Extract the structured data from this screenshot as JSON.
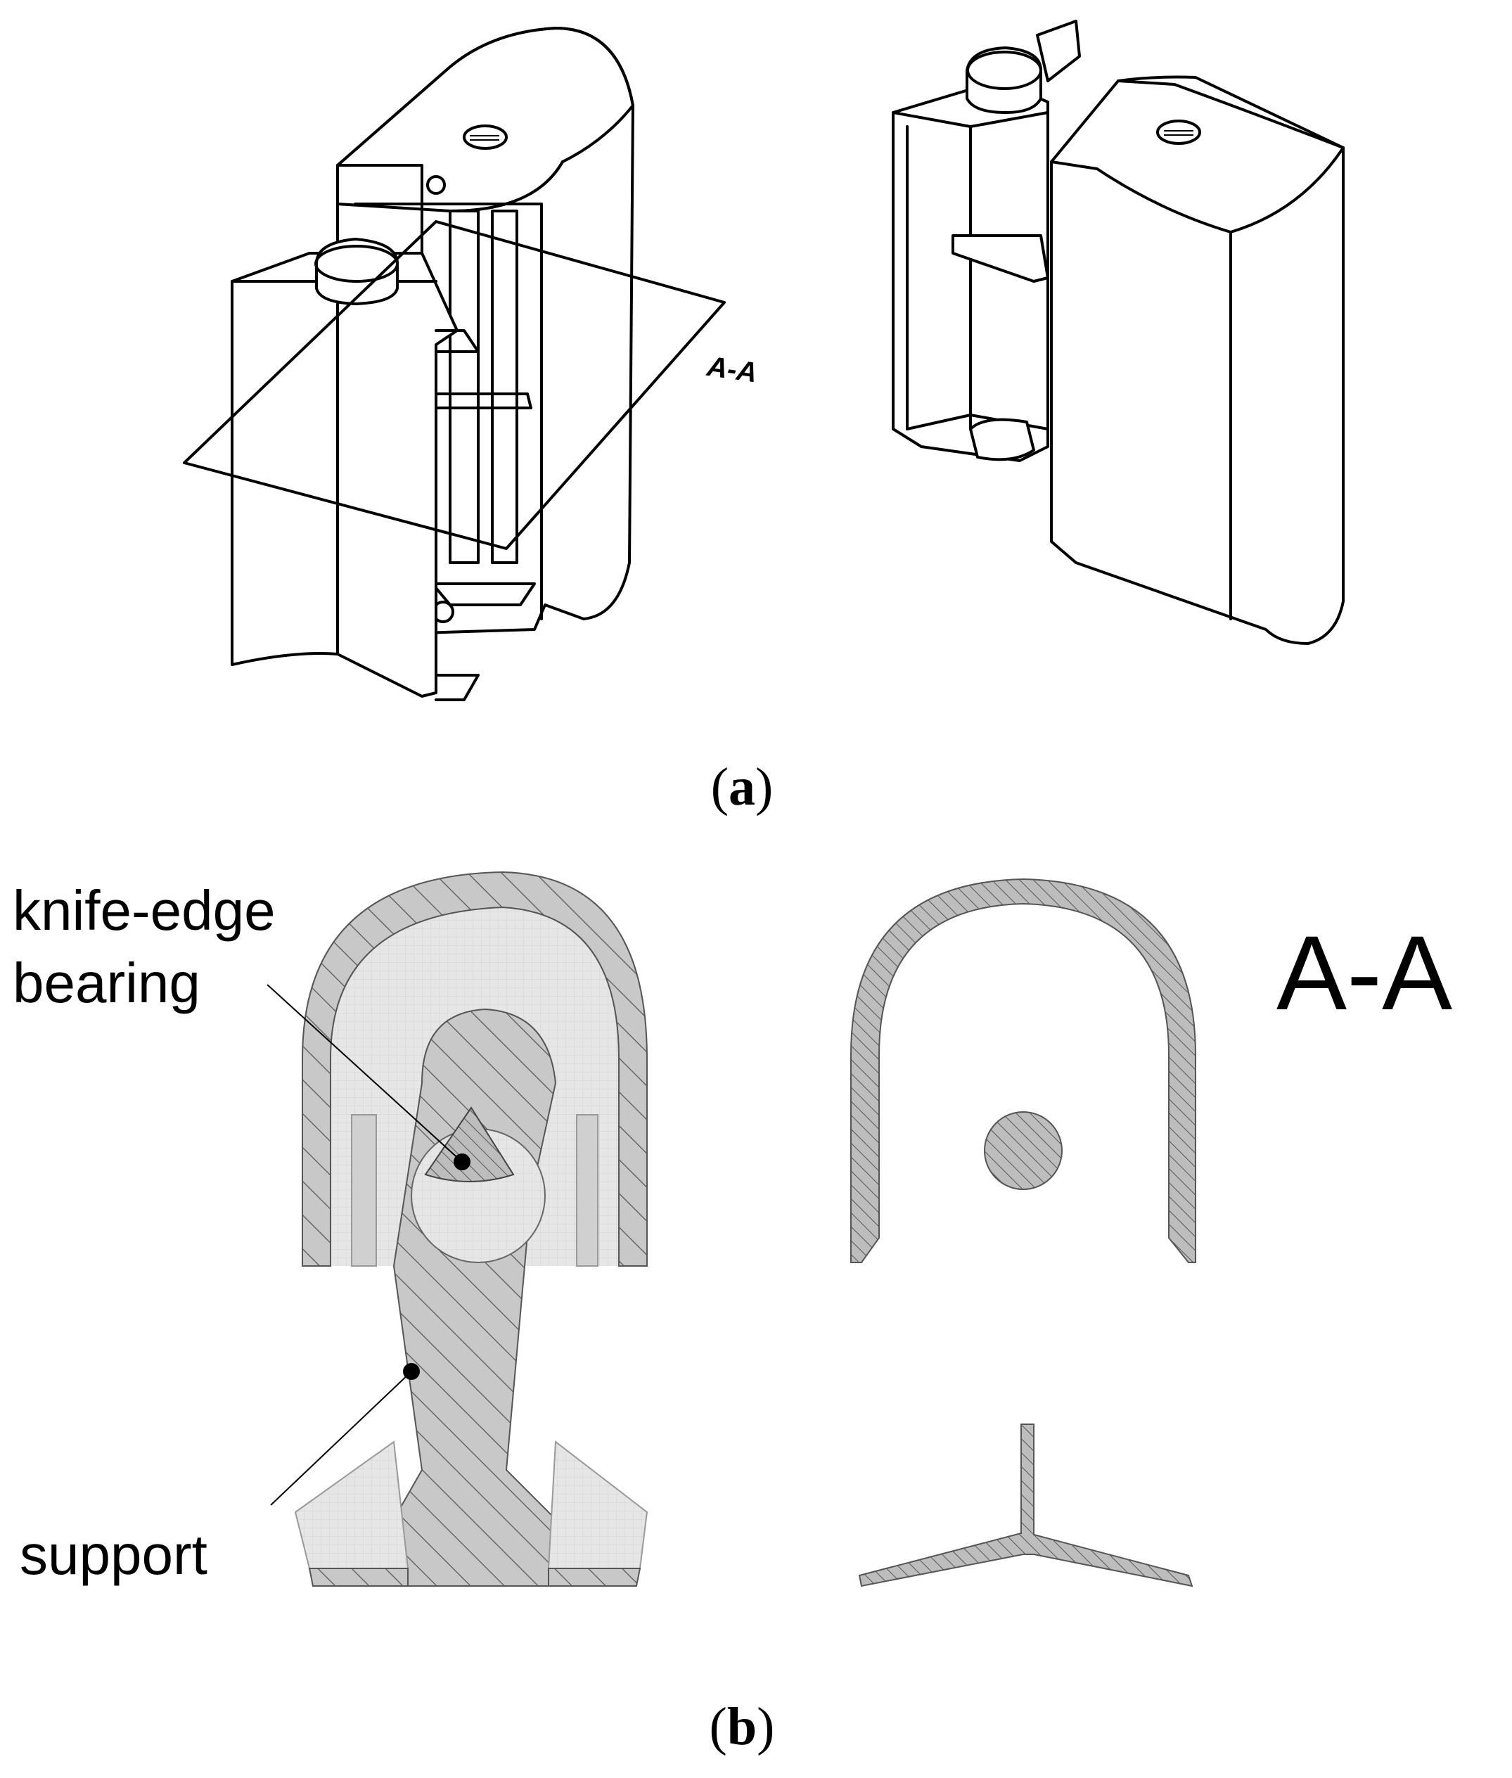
{
  "figure": {
    "panel_a": {
      "caption_open": "(",
      "caption_letter": "a",
      "caption_close": ")",
      "section_mark": "A-A"
    },
    "panel_b": {
      "caption_open": "(",
      "caption_letter": "b",
      "caption_close": ")",
      "section_title": "A-A",
      "labels": {
        "knife_edge_line1": "knife-edge",
        "knife_edge_line2": "bearing",
        "support": "support"
      }
    }
  },
  "colors": {
    "hatch_fill": "#c8c8c8",
    "light_fill": "#e4e4e4",
    "outline": "#000000",
    "background": "#ffffff"
  }
}
